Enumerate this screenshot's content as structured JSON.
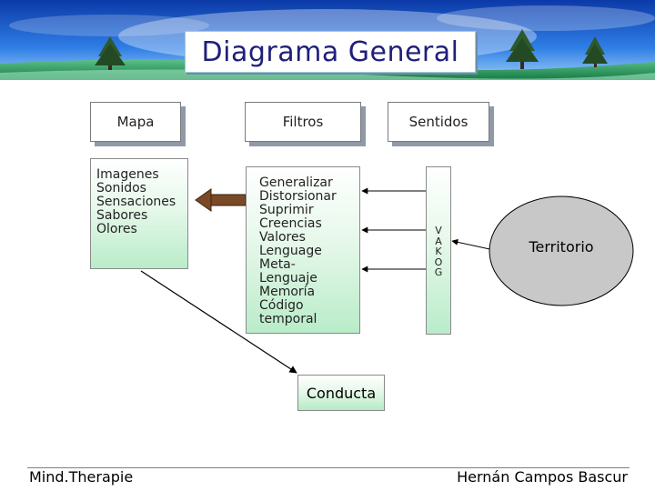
{
  "slide": {
    "title": "Diagrama General",
    "colors": {
      "banner_sky": "#1e63d6",
      "banner_grass": "#1f8a52",
      "title_text": "#1f1f7a",
      "box_fill_bottom": "#b9ecc9",
      "territorio_fill": "#c8c8c8",
      "arrow_brown": "#7a4a26"
    },
    "decorations": [
      "tree-icon",
      "tree-icon",
      "tree-icon"
    ]
  },
  "columns": {
    "mapa": {
      "header": "Mapa",
      "items": [
        "Imagenes",
        "Sonidos",
        "Sensaciones",
        "Sabores",
        "Olores"
      ]
    },
    "filtros": {
      "header": "Filtros",
      "items": [
        "Generalizar",
        "Distorsionar",
        "Suprimir",
        "Creencias",
        "Valores",
        "Lenguage",
        "Meta-",
        "Lenguaje",
        "Memoría",
        "Código",
        "temporal"
      ]
    },
    "sentidos": {
      "header": "Sentidos",
      "letters": [
        "V",
        "A",
        "K",
        "O",
        "G"
      ]
    }
  },
  "territorio": "Territorio",
  "conducta": "Conducta",
  "footer": {
    "left": "Mind.Therapie",
    "right": "Hernán Campos Bascur"
  }
}
